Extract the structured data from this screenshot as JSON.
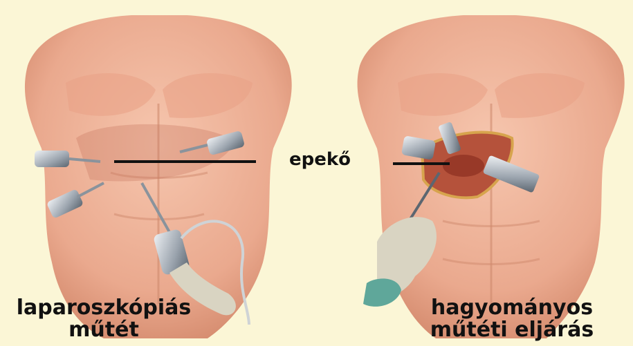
{
  "labels": {
    "left_line1": "laparoszkópiás",
    "left_line2": "műtét",
    "right_line1": "hagyományos",
    "right_line2": "műtéti eljárás",
    "center": "epekő"
  },
  "colors": {
    "background": "#fbf6d6",
    "skin": "#f0b49a",
    "skin_shadow": "#d98f72",
    "instrument": "#9aa3ad",
    "glove": "#d9d4c2",
    "line": "#111111"
  }
}
